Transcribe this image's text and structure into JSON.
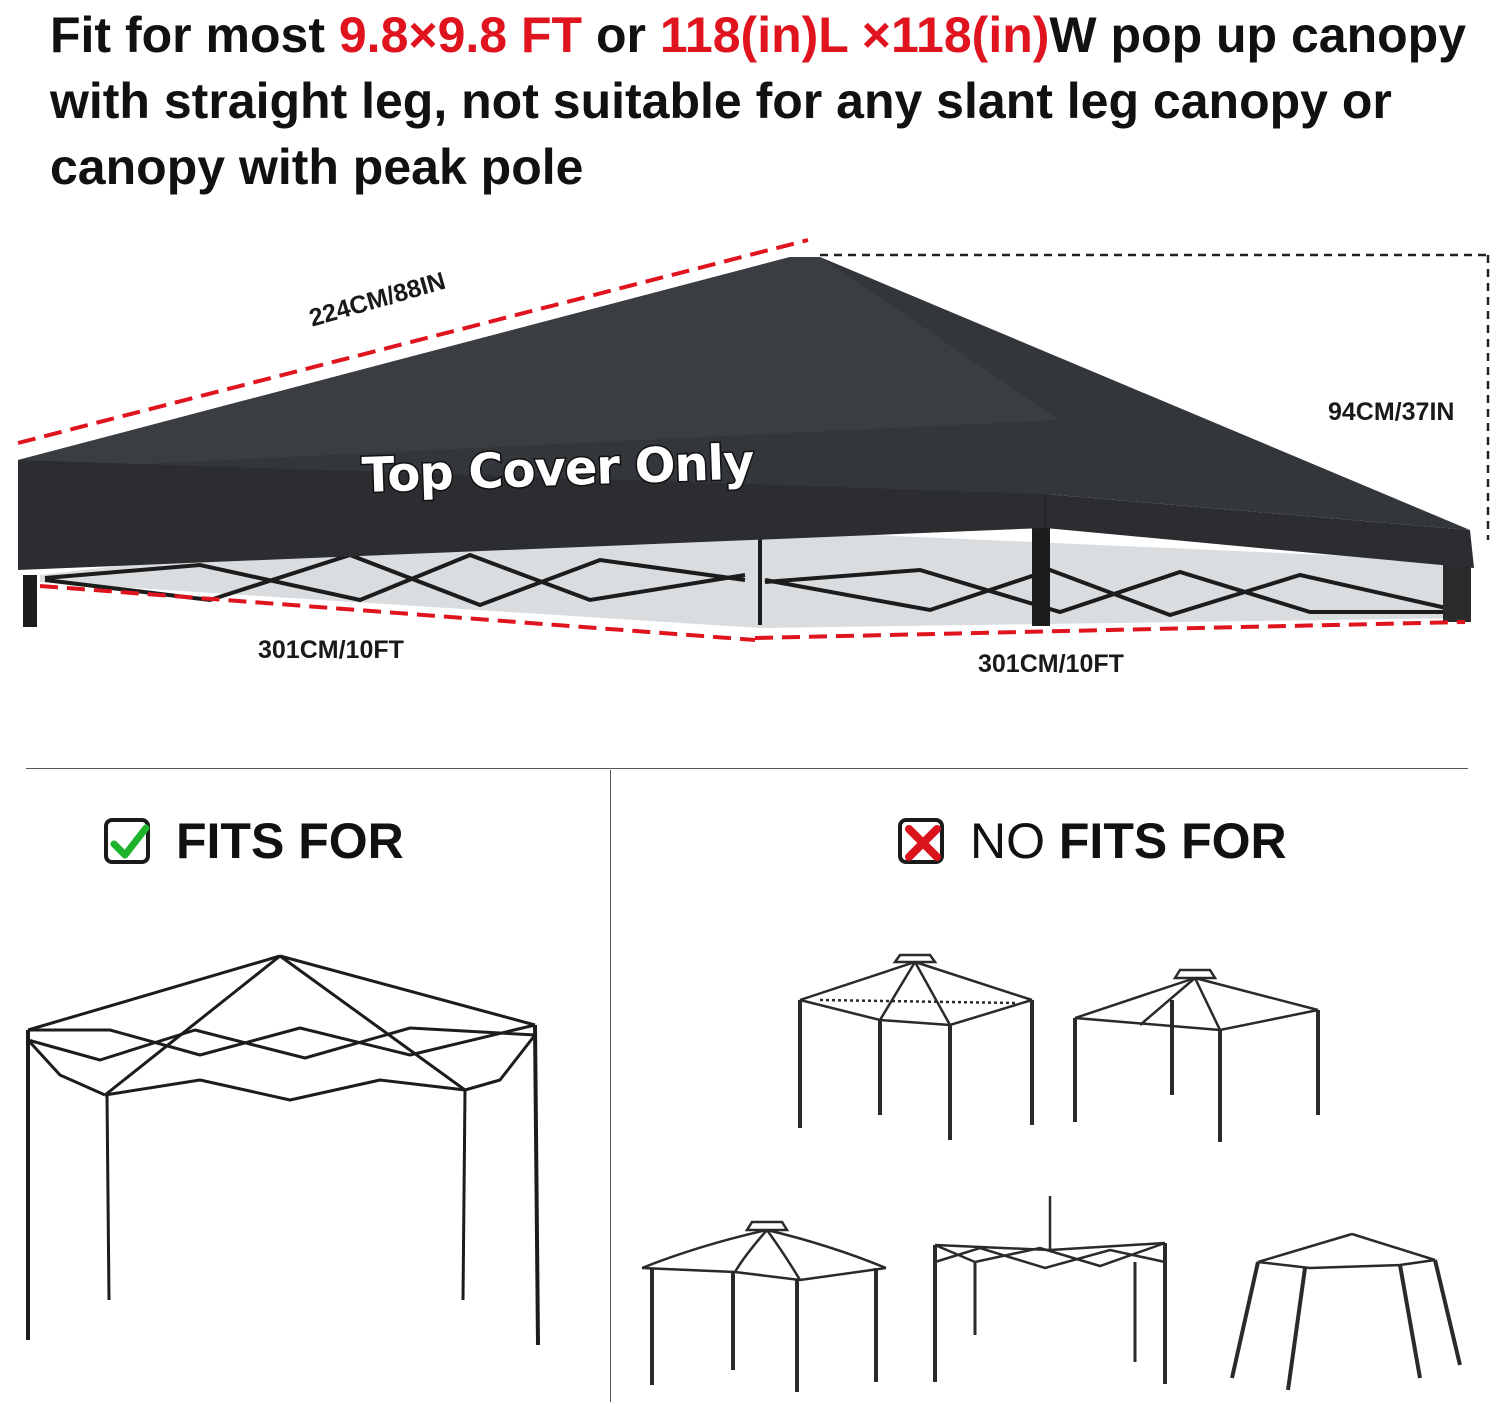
{
  "headline": {
    "part1": "Fit for most ",
    "highlight1": "9.8×9.8 FT",
    "part2": " or ",
    "highlight2": "118(in)L ×118(in)",
    "part3": "W pop up canopy with straight leg, not suitable for any slant leg canopy or canopy with peak pole"
  },
  "hero": {
    "overlay_label": "Top Cover Only",
    "dimensions": {
      "diagonal": "224CM/88IN",
      "height": "94CM/37IN",
      "left_side": "301CM/10FT",
      "right_side": "301CM/10FT"
    }
  },
  "fits_panel": {
    "title": "FITS FOR",
    "icon": "check-icon"
  },
  "nofits_panel": {
    "title_light": "NO",
    "title_bold": " FITS FOR",
    "icon": "x-icon"
  },
  "colors": {
    "highlight_red": "#e0141e",
    "canopy_fabric": "#2f3237",
    "check_green": "#1fb32c",
    "x_red": "#d9141c",
    "dim_line_red": "#e0141e"
  }
}
